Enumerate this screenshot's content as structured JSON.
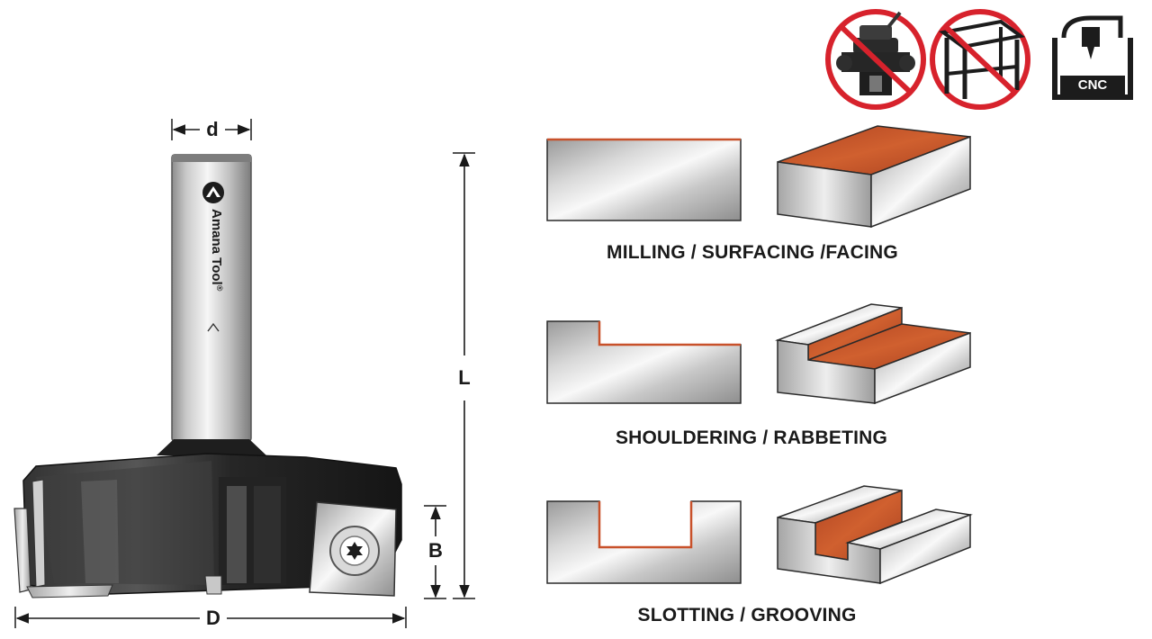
{
  "dimensions": {
    "shank_diameter": "d",
    "overall_length": "L",
    "cutting_height": "B",
    "cutting_diameter": "D"
  },
  "shank_branding": {
    "brand": "Amana Tool",
    "registered_mark": "®",
    "marking": "^"
  },
  "machine_icons": [
    {
      "name": "handheld-router-icon",
      "status": "not-recommended"
    },
    {
      "name": "router-table-icon",
      "status": "not-recommended"
    },
    {
      "name": "cnc-icon",
      "status": "recommended",
      "label": "CNC"
    }
  ],
  "operations": [
    {
      "label": "MILLING / SURFACING /FACING"
    },
    {
      "label": "SHOULDERING / RABBETING"
    },
    {
      "label": "SLOTTING / GROOVING"
    }
  ],
  "colors": {
    "cut_surface": "#c8512a",
    "prohibit_red": "#d7222c",
    "tool_dark": "#1c1c1c",
    "steel_light": "#e4e4e4"
  }
}
